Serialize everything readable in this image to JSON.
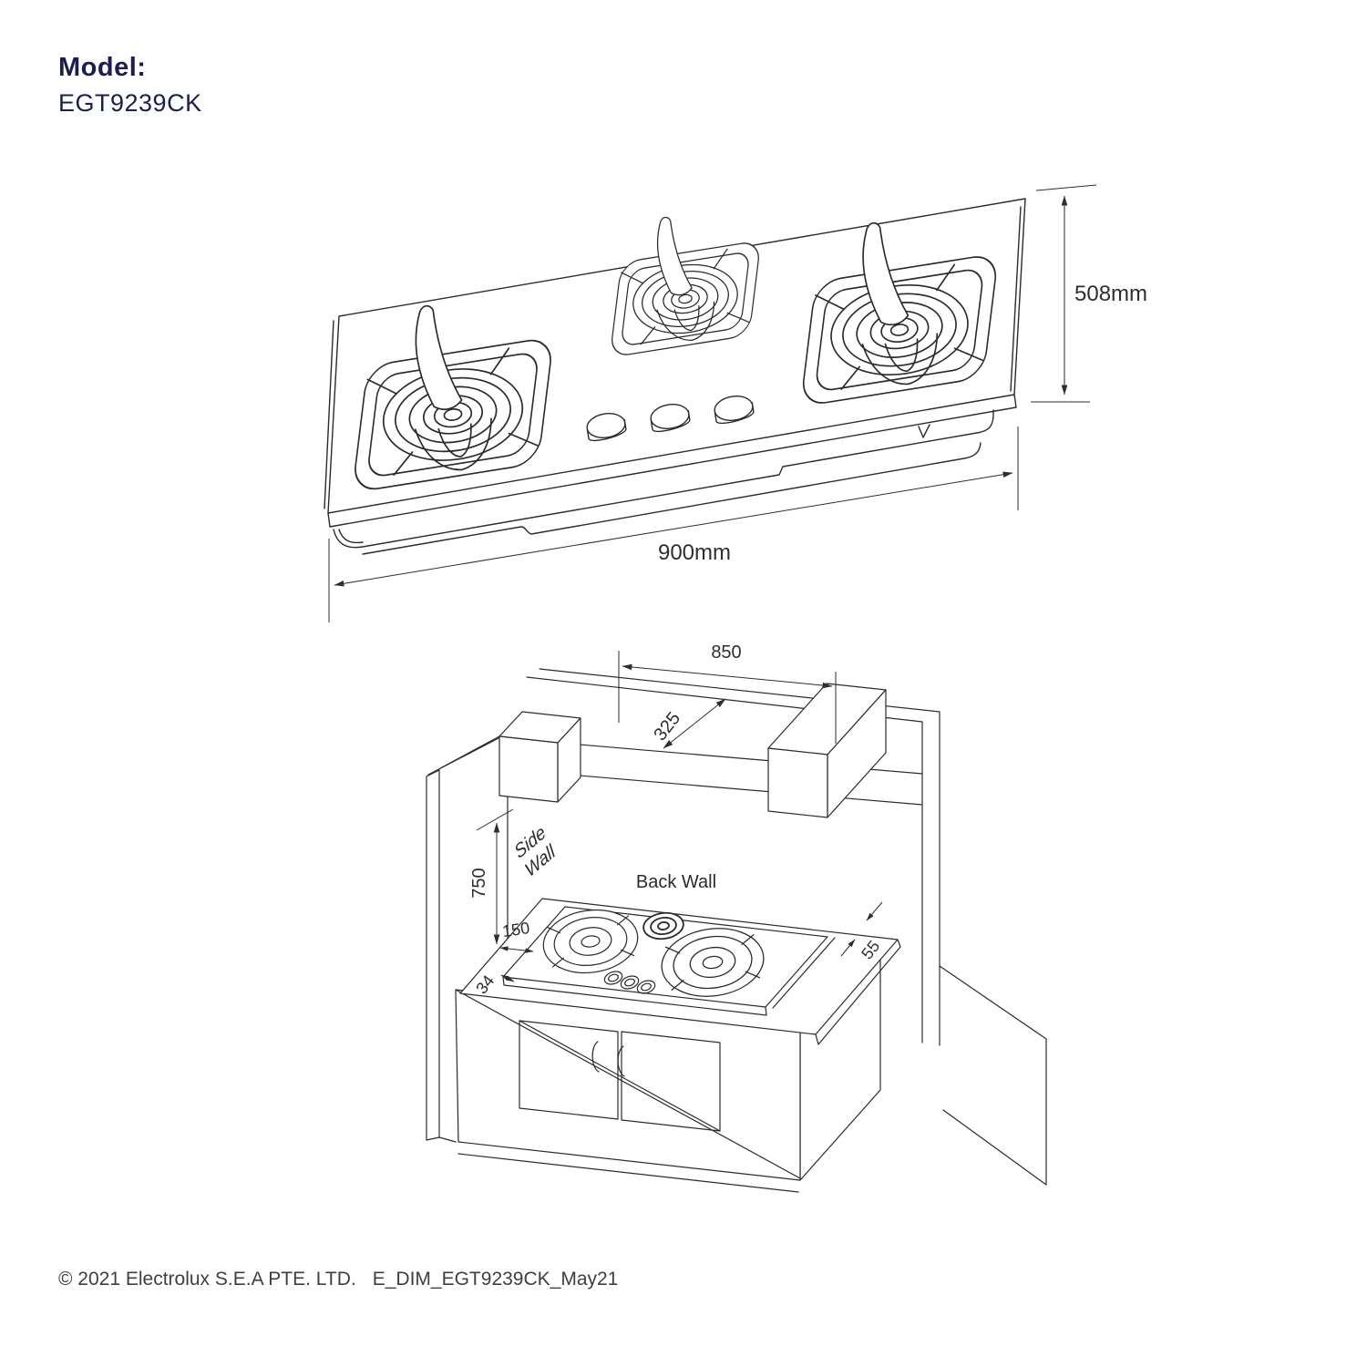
{
  "header": {
    "model_label": "Model:",
    "model_value": "EGT9239CK"
  },
  "colors": {
    "brand_navy": "#1b1f4e",
    "line_art": "#2b2b2b",
    "dim_text": "#2e2e2e",
    "footer_text": "#3f3f3f",
    "background": "#ffffff"
  },
  "hob_view": {
    "description": "Isometric line drawing of 3-burner glass gas hob with 3 control knobs",
    "width_dim": "900mm",
    "depth_dim": "508mm"
  },
  "installation_view": {
    "description": "Isometric kitchen installation clearance drawing with hob on cabinet",
    "back_wall_label": "Back Wall",
    "side_wall_label_line1": "Side",
    "side_wall_label_line2": "Wall",
    "hood_clearance_width": "850",
    "hood_depth": "325",
    "hood_height_above_hob": "750",
    "side_clearance": "150",
    "front_edge_clearance": "34",
    "worktop_thickness": "55"
  },
  "footer": {
    "copyright": "© 2021 Electrolux S.E.A PTE. LTD.",
    "document_id": "E_DIM_EGT9239CK_May21"
  }
}
